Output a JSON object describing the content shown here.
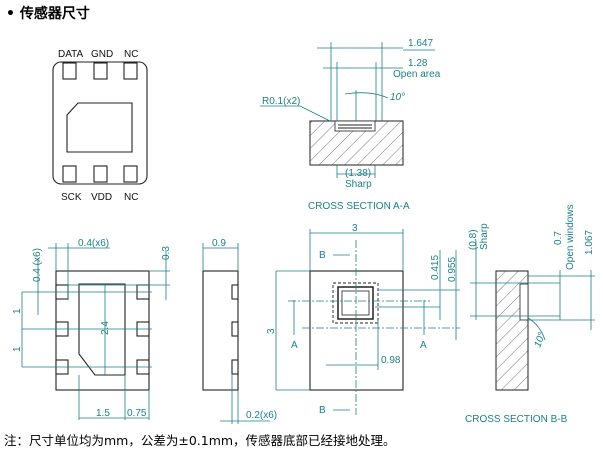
{
  "title": "• 传感器尺寸",
  "pinout": {
    "top_pins": [
      "DATA",
      "GND",
      "NC"
    ],
    "bottom_pins": [
      "SCK",
      "VDD",
      "NC"
    ]
  },
  "section_aa": {
    "dim_1647": "1.647",
    "dim_128": "1.28",
    "open_area": "Open area",
    "radius": "R0.1(x2)",
    "angle": "10°",
    "dim_138": "(1.38)",
    "sharp": "Sharp",
    "caption": "CROSS SECTION A-A"
  },
  "bottom_view": {
    "pad_len": "0.4(x6)",
    "pad_width": "0.4 (x6)",
    "edge": "0.3",
    "pad_h": "2.4",
    "pitch1": "1",
    "pitch2": "1",
    "pad_w": "1.5",
    "margin": "0.75"
  },
  "side_view": {
    "height": "0.9",
    "lead": "0.2(x6)"
  },
  "top_view": {
    "width": "3",
    "height": "3",
    "b_top": "B",
    "b_bottom": "B",
    "a_left": "A",
    "a_right": "A",
    "dim_0415": "0.415",
    "dim_0955": "0.955",
    "dim_098": "0.98"
  },
  "section_bb": {
    "dim_08": "(0.8)",
    "sharp": "Sharp",
    "dim_07": "0.7",
    "open_windows": "Open windows",
    "dim_1067": "1.067",
    "angle": "10°",
    "caption": "CROSS SECTION B-B"
  },
  "note": "注：尺寸单位均为mm，公差为±0.1mm，传感器底部已经接地处理。"
}
